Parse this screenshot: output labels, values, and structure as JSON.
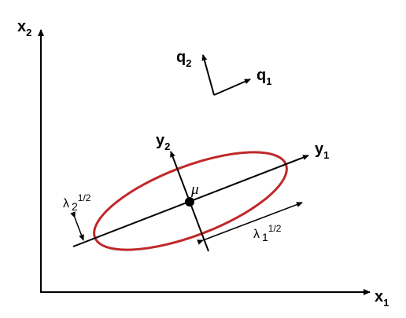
{
  "axes": {
    "x1": {
      "base": "x",
      "sub": "1"
    },
    "x2": {
      "base": "x",
      "sub": "2"
    }
  },
  "basis": {
    "q1": {
      "base": "q",
      "sub": "1"
    },
    "q2": {
      "base": "q",
      "sub": "2"
    }
  },
  "principal_axes": {
    "y1": {
      "base": "y",
      "sub": "1"
    },
    "y2": {
      "base": "y",
      "sub": "2"
    }
  },
  "mean": {
    "label": "μ"
  },
  "eigen": {
    "lambda1": {
      "base": "λ",
      "sub": "1",
      "sup": "1/2"
    },
    "lambda2": {
      "base": "λ",
      "sub": "2",
      "sup": "1/2"
    }
  },
  "colors": {
    "ellipse": "#c0282a",
    "lines": "#000000"
  }
}
